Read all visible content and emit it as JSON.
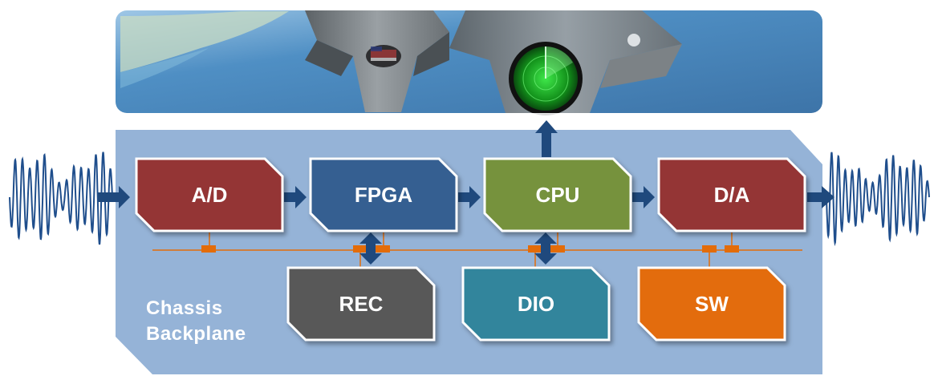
{
  "blocks": [
    {
      "id": "ad",
      "label": "A/D",
      "color": "#943634"
    },
    {
      "id": "fpga",
      "label": "FPGA",
      "color": "#365f91"
    },
    {
      "id": "cpu",
      "label": "CPU",
      "color": "#76923c"
    },
    {
      "id": "da",
      "label": "D/A",
      "color": "#943634"
    },
    {
      "id": "rec",
      "label": "REC",
      "color": "#595959"
    },
    {
      "id": "dio",
      "label": "DIO",
      "color": "#31859c"
    },
    {
      "id": "sw",
      "label": "SW",
      "color": "#e36c09"
    }
  ],
  "chassis": {
    "line1": "Chassis",
    "line2": "Backplane",
    "color": "#95b3d7"
  },
  "colors": {
    "arrow": "#1f497d",
    "bus": "#e36c09",
    "radar": "#22c02a",
    "sky": "#4a8cc0"
  },
  "icons": [
    "aircraft-photo",
    "radar-scope-icon",
    "input-waveform-icon",
    "output-waveform-icon"
  ]
}
